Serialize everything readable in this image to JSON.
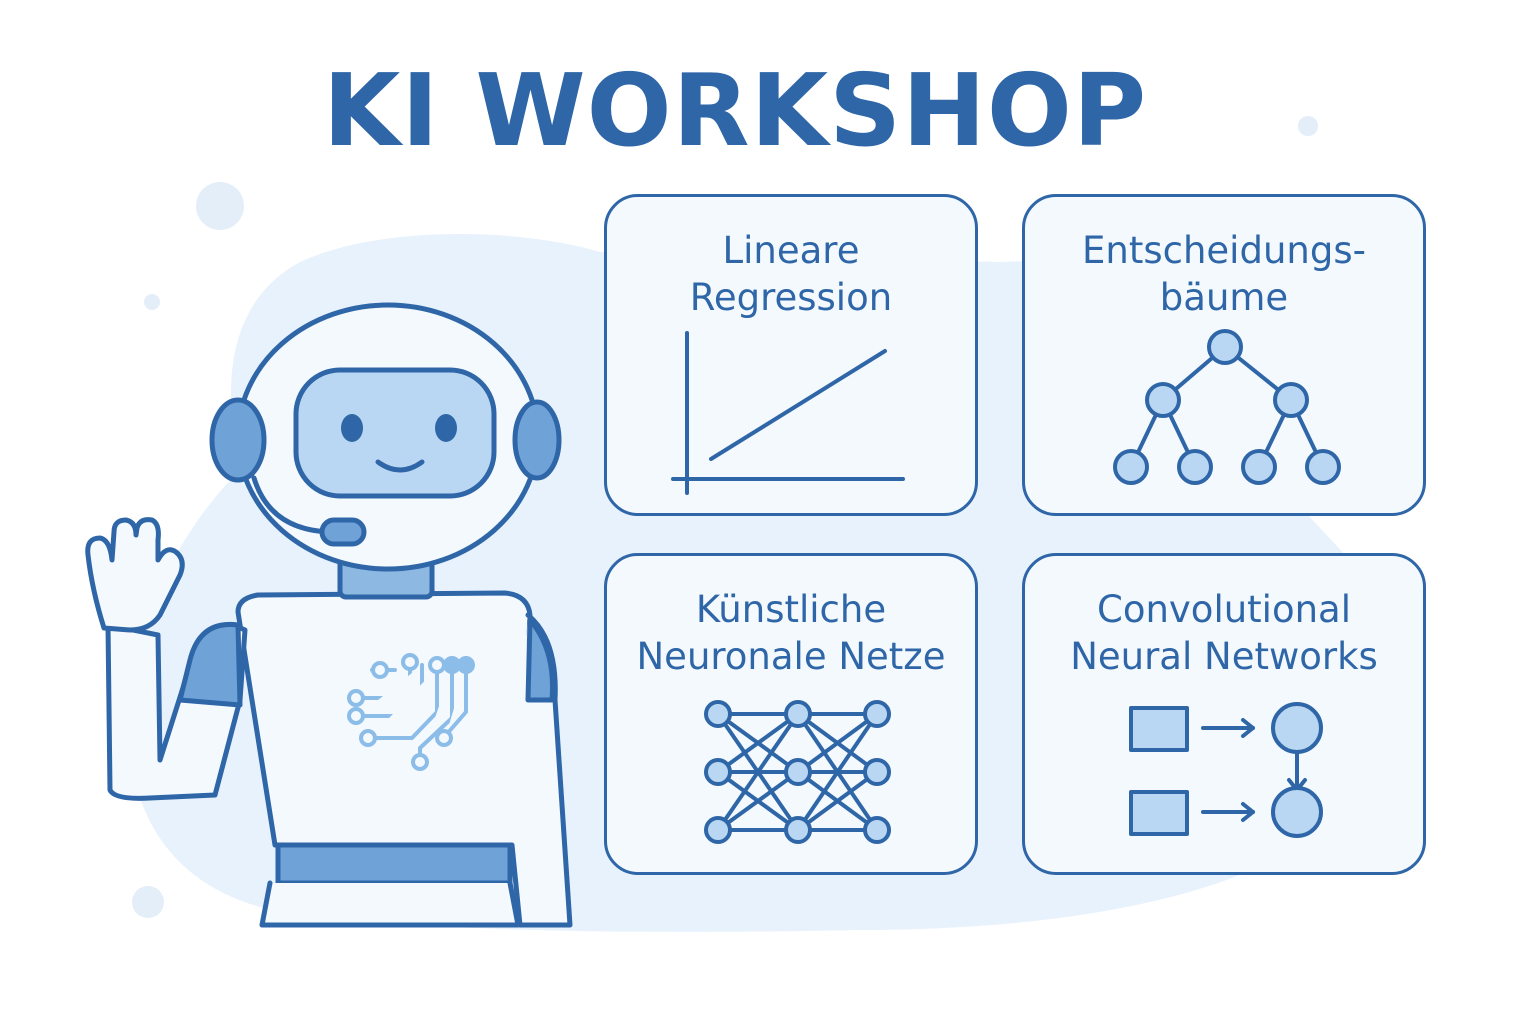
{
  "title": "KI WORKSHOP",
  "colors": {
    "accent": "#2e66a8",
    "fill_light": "#b9d7f2",
    "fill_mid": "#6fa3d8",
    "background_blob": "#e6f1fb"
  },
  "cards": [
    {
      "id": "lineare-regression",
      "title": "Lineare\nRegression",
      "icon": "line-chart-icon"
    },
    {
      "id": "entscheidungsbaeume",
      "title": "Entscheidungs-\nbäume",
      "icon": "decision-tree-icon"
    },
    {
      "id": "kuenstliche-neuronale-netze",
      "title": "Künstliche\nNeuronale Netze",
      "icon": "neural-network-icon"
    },
    {
      "id": "convolutional-neural-networks",
      "title": "Convolutional\nNeural Networks",
      "icon": "cnn-flow-icon"
    }
  ],
  "mascot": {
    "icon": "robot-waving-icon",
    "chest_icon": "circuit-icon"
  }
}
